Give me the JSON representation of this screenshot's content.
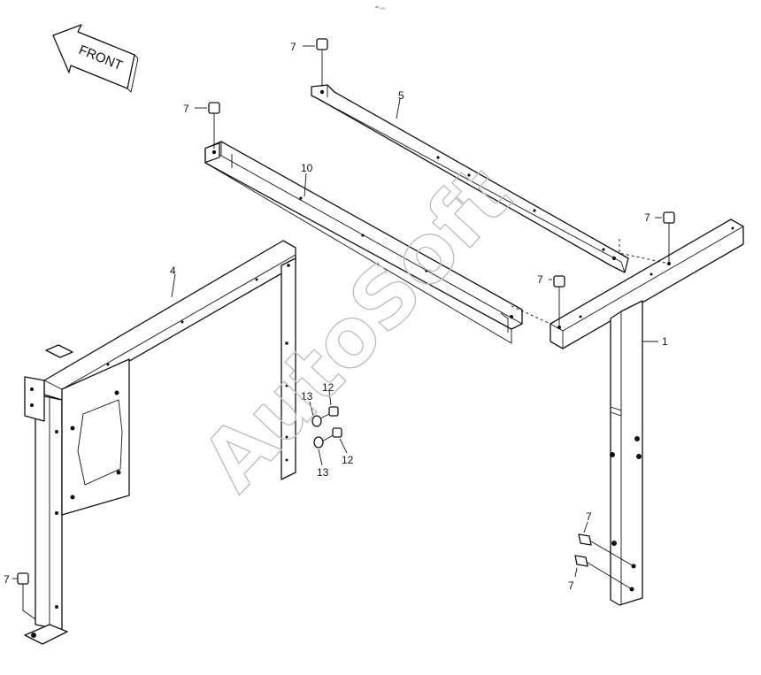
{
  "diagram": {
    "header_code": "ᵈᵇ ₀₀₀",
    "front_arrow_label": "FRONT",
    "watermark": "AutoSoft",
    "callouts": {
      "frame_right": "1",
      "frame_left": "4",
      "rear_bar": "5",
      "front_beam": "10",
      "bolt_a": "7",
      "bolt_b": "7",
      "bolt_c": "7",
      "bolt_d": "7",
      "bolt_e": "7",
      "bolt_f": "7",
      "bolt_g": "7",
      "screw_upper": "12",
      "screw_lower": "12",
      "washer_upper": "13",
      "washer_lower": "13"
    }
  },
  "colors": {
    "line": "#111111",
    "watermark": "#bfbfbf",
    "background": "#ffffff"
  }
}
